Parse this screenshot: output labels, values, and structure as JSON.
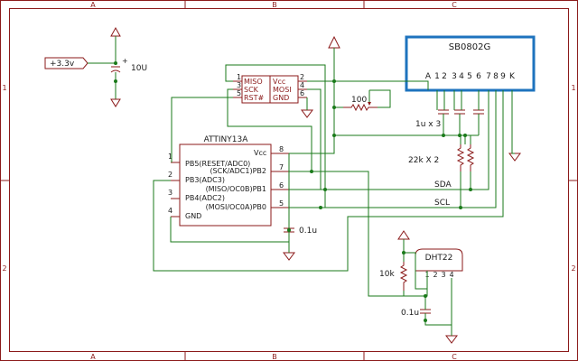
{
  "frame": {
    "columns": [
      "A",
      "B",
      "C"
    ],
    "rows": [
      "1",
      "2"
    ],
    "color": "#8b1a1a"
  },
  "colors": {
    "wire": "#1a7a1a",
    "part": "#8b1a1a",
    "lcd_border": "#1e73be",
    "text": "#1a1a1a"
  },
  "power_label": "+3.3v",
  "supply_cap": {
    "value": "10U",
    "polarity": "+"
  },
  "isp_header": {
    "pins": [
      "1",
      "2",
      "3",
      "4",
      "5",
      "6"
    ],
    "labels": [
      "MISO",
      "Vcc",
      "SCK",
      "MOSI",
      "RST#",
      "GND"
    ]
  },
  "pot": {
    "value": "100"
  },
  "lcd": {
    "name": "SB0802G",
    "pins": [
      "A",
      "1",
      "2",
      "3",
      "4",
      "5",
      "6",
      "7",
      "8",
      "9",
      "K"
    ]
  },
  "lcd_caps": {
    "label": "1u x 3"
  },
  "pullups": {
    "label": "22k X 2"
  },
  "mcu": {
    "name": "ATTINY13A",
    "vcc_label": "Vcc",
    "pins": [
      "1",
      "2",
      "3",
      "4",
      "5",
      "6",
      "7",
      "8"
    ],
    "left_labels": [
      "PB5(RESET/ADC0)",
      "PB3(ADC3)",
      "PB4(ADC2)",
      "GND"
    ],
    "right_labels": [
      "(SCK/ADC1)PB2",
      "(MISO/OC0B)PB1",
      "(MOSI/OC0A)PB0"
    ]
  },
  "bus": {
    "sda": "SDA",
    "scl": "SCL"
  },
  "mcu_cap": {
    "value": "0.1u"
  },
  "sensor": {
    "name": "DHT22",
    "pins": [
      "1",
      "2",
      "3",
      "4"
    ]
  },
  "sensor_res": {
    "value": "10k"
  },
  "sensor_cap": {
    "value": "0.1u"
  }
}
